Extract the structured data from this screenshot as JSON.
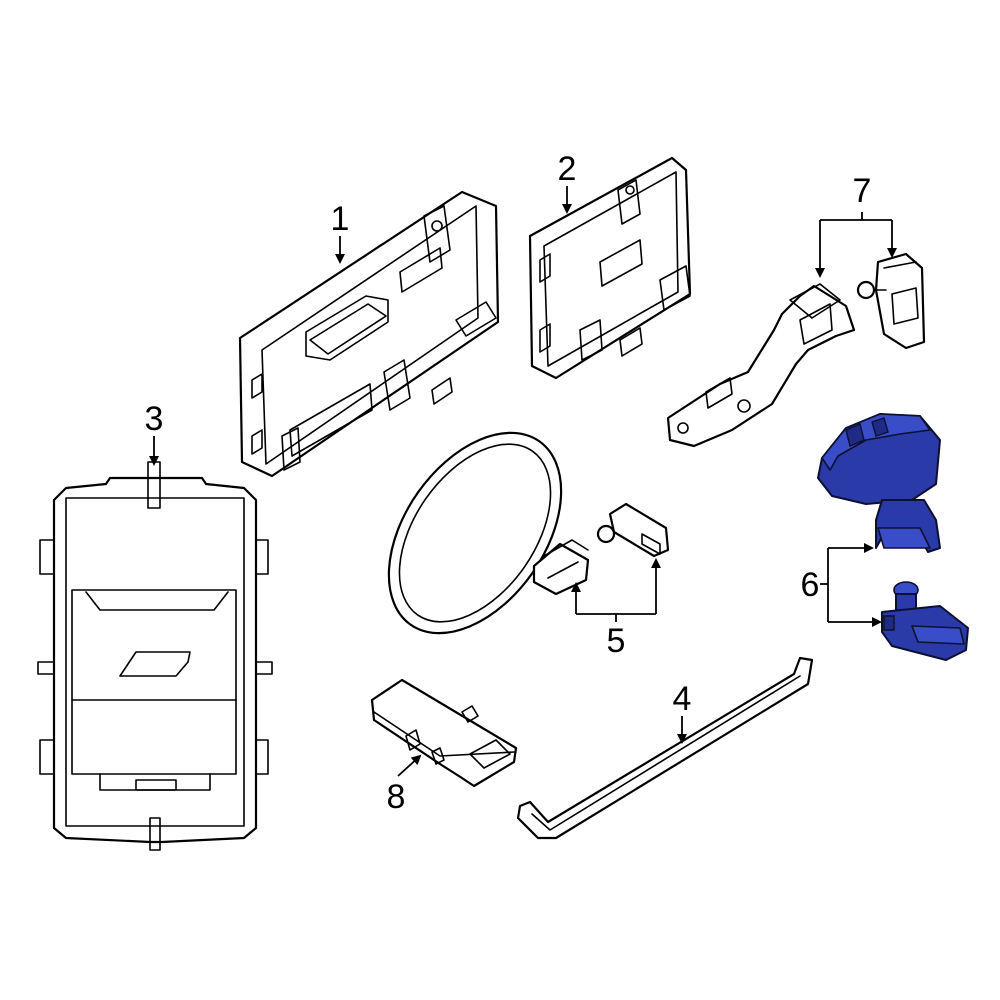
{
  "callouts": {
    "c1": "1",
    "c2": "2",
    "c3": "3",
    "c4": "4",
    "c5": "5",
    "c6": "6",
    "c7": "7",
    "c8": "8"
  },
  "highlight_color": "#2a3aa8",
  "line_color": "#000000"
}
